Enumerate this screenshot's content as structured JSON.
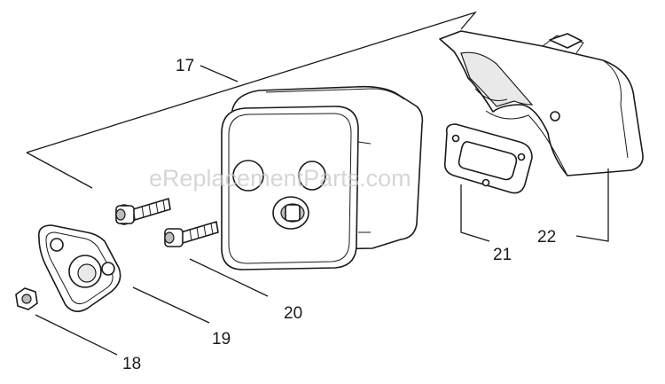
{
  "diagram": {
    "watermark": "eReplacementParts.com",
    "parts": [
      {
        "label": "17",
        "name": "muffler-assembly"
      },
      {
        "label": "18",
        "name": "hex-nut"
      },
      {
        "label": "19",
        "name": "muffler-plate"
      },
      {
        "label": "20",
        "name": "muffler-bolt"
      },
      {
        "label": "21",
        "name": "muffler-gasket"
      },
      {
        "label": "22",
        "name": "muffler-cover"
      }
    ]
  }
}
